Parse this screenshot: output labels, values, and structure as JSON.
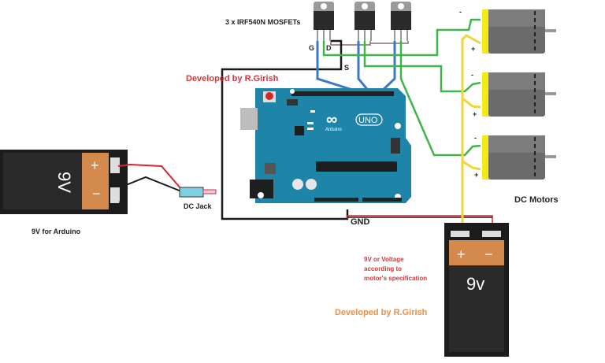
{
  "labels": {
    "mosfet_title": "3 x IRF540N MOSFETs",
    "pin_g": "G",
    "pin_d": "D",
    "pin_s": "S",
    "credit_top": "Developed by R.Girish",
    "credit_bottom": "Developed by R.Girish",
    "dc_jack": "DC Jack",
    "battery_arduino": "9V for Arduino",
    "gnd": "GND",
    "dc_motors": "DC Motors",
    "motor_battery_note_1": "9V or Voltage",
    "motor_battery_note_2": "according to",
    "motor_battery_note_3": "motor's specification",
    "arduino_brand": "Arduino",
    "arduino_model": "UNO",
    "battery_left_text": "9V",
    "battery_right_text": "9v",
    "plus": "+",
    "minus": "−",
    "motor_minus": "-",
    "motor_plus": "+"
  },
  "colors": {
    "wire_black": "#1a1a1a",
    "wire_red": "#d9232e",
    "wire_blue": "#3a78c8",
    "wire_green": "#3fb548",
    "wire_yellow": "#f2d43a",
    "arduino_board": "#1f85a8",
    "motor_body": "#6b6b6b",
    "motor_cap": "#f4ea14",
    "battery_body": "#2a2a2a",
    "battery_band": "#d48a4c"
  },
  "components": {
    "mosfet_count": 3,
    "motor_count": 3
  }
}
